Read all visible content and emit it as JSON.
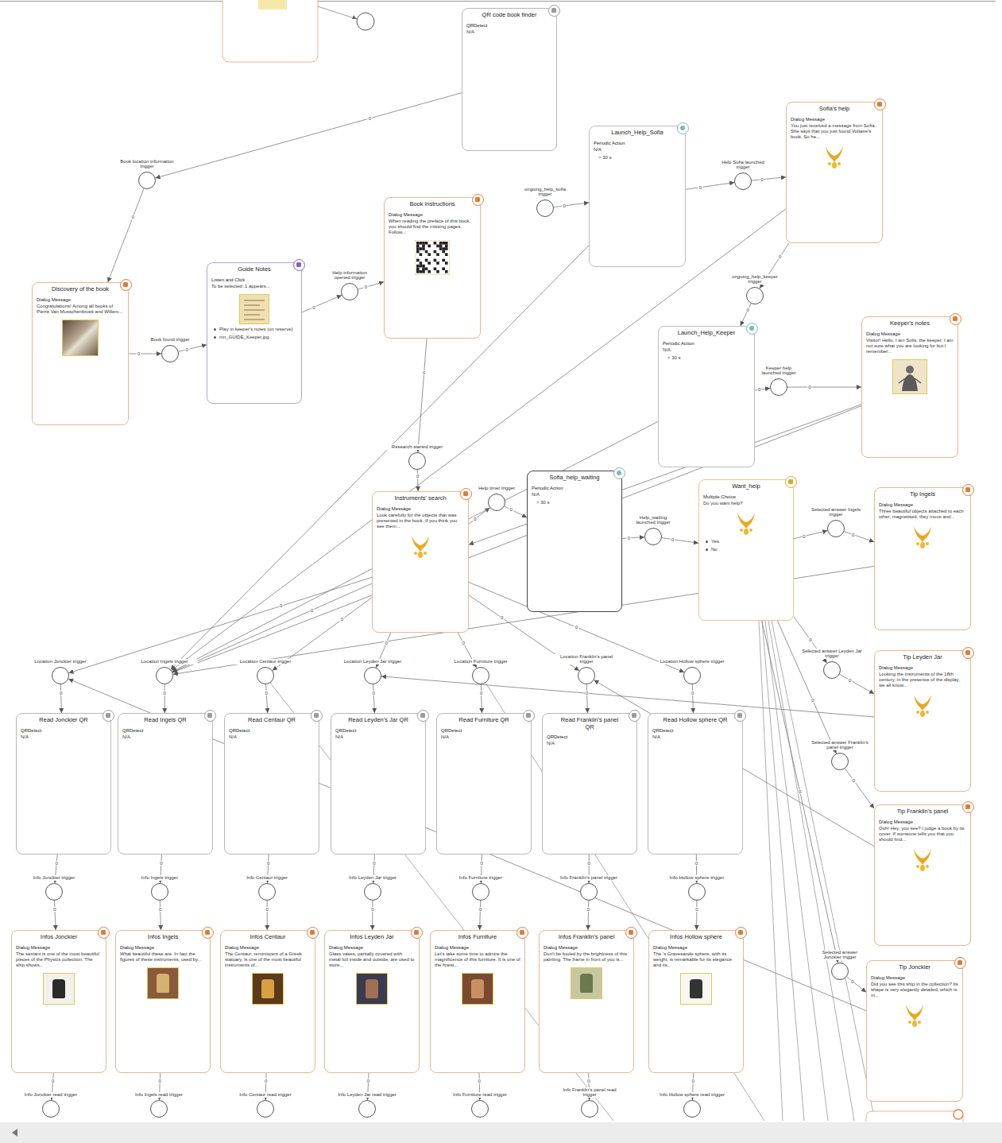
{
  "diagram": {
    "nodes": [
      {
        "text": [
          "QR code book finder",
          "QRDetect",
          "N/A"
        ]
      },
      {
        "text": [
          "Launch_Help_Sofia",
          "Periodic Action",
          "N/A",
          "> 30 s"
        ]
      },
      {
        "text": [
          "Sofia's help",
          "Dialog Message",
          "You just received a message from Sofia. She says that you just found Voltaire's book. So he..."
        ]
      },
      {
        "text": [
          "Book location information trigger"
        ]
      },
      {
        "text": [
          "ongoing_help_sofia trigger"
        ]
      },
      {
        "text": [
          "Help Sofia launched trigger"
        ]
      },
      {
        "text": [
          "Book instructions",
          "Dialog Message",
          "When reading the preface of this book, you should find the missing pages. Follow..."
        ]
      },
      {
        "text": [
          "Guide Notes",
          "Listen and Click",
          "To be selected: 1 appears...",
          "Play in keeper's notes (on reserve)",
          "mn_GUIDE_Keeper.jpg"
        ]
      },
      {
        "text": [
          "Help information opened trigger"
        ]
      },
      {
        "text": [
          "Discovery of the book",
          "Dialog Message",
          "Congratulations! Among all books of Pierre Van Musschenbroek and Willem..."
        ]
      },
      {
        "text": [
          "Book found trigger"
        ]
      },
      {
        "text": [
          "ongoing_help_keeper trigger"
        ]
      },
      {
        "text": [
          "Launch_Help_Keeper",
          "Periodic Action",
          "N/A",
          "> 30 s"
        ]
      },
      {
        "text": [
          "Keeper's notes",
          "Dialog Message",
          "Visitor! Hello, I am Solis, the keeper. I am not sure what you are looking for but I remember..."
        ]
      },
      {
        "text": [
          "Keeper help launched trigger"
        ]
      },
      {
        "text": [
          "Research started trigger"
        ]
      },
      {
        "text": [
          "Instruments' search",
          "Dialog Message",
          "Look carefully for the objects that was presented in the book. If you think you see them..."
        ]
      },
      {
        "text": [
          "Help timer trigger"
        ]
      },
      {
        "text": [
          "Sofia_help_waiting",
          "Periodic Action",
          "N/A",
          "> 30 s"
        ]
      },
      {
        "text": [
          "Help_waiting launched trigger"
        ]
      },
      {
        "text": [
          "Want_help",
          "Multiple Choice",
          "Do you want help?",
          "Yes",
          "No"
        ]
      },
      {
        "text": [
          "Selected answer Ingels trigger"
        ]
      },
      {
        "text": [
          "Tip Ingels",
          "Dialog Message",
          "Three beautiful objects attached to each other, magnetised, they move and..."
        ]
      },
      {
        "text": [
          "Location Jonckier trigger"
        ]
      },
      {
        "text": [
          "Location Ingels trigger"
        ]
      },
      {
        "text": [
          "Location Centaur trigger"
        ]
      },
      {
        "text": [
          "Location Leyden Jar trigger"
        ]
      },
      {
        "text": [
          "Location Furniture trigger"
        ]
      },
      {
        "text": [
          "Location Franklin's panel trigger"
        ]
      },
      {
        "text": [
          "Location Hollow sphere trigger"
        ]
      },
      {
        "text": [
          "Selected answer Leyden Jar trigger"
        ]
      },
      {
        "text": [
          "Tip Leyden Jar",
          "Dialog Message",
          "Looking the instruments of the 18th century, in the presence of the display, we all know..."
        ]
      },
      {
        "text": [
          "Read Jonckier QR",
          "QRDetect",
          "N/A"
        ]
      },
      {
        "text": [
          "Read Ingels QR",
          "QRDetect",
          "N/A"
        ]
      },
      {
        "text": [
          "Read Centaur QR",
          "QRDetect",
          "N/A"
        ]
      },
      {
        "text": [
          "Read Leyden's Jar QR",
          "QRDetect",
          "N/A"
        ]
      },
      {
        "text": [
          "Read Furniture QR",
          "QRDetect",
          "N/A"
        ]
      },
      {
        "text": [
          "Read Franklin's panel QR",
          "QRDetect",
          "N/A"
        ]
      },
      {
        "text": [
          "Read Hollow sphere QR",
          "QRDetect",
          "N/A"
        ]
      },
      {
        "text": [
          "Selected answer Franklin's panel trigger"
        ]
      },
      {
        "text": [
          "Tip Franklin's panel",
          "Dialog Message",
          "Ooh! Hey, you see? I judge a book by its cover. If someone tells you that you should find..."
        ]
      },
      {
        "text": [
          "Info Jonckier trigger"
        ]
      },
      {
        "text": [
          "Info Ingels trigger"
        ]
      },
      {
        "text": [
          "Info Centaur trigger"
        ]
      },
      {
        "text": [
          "Info Leyden Jar trigger"
        ]
      },
      {
        "text": [
          "Info Furniture trigger"
        ]
      },
      {
        "text": [
          "Info Franklin's panel trigger"
        ]
      },
      {
        "text": [
          "Info Hollow sphere trigger"
        ]
      },
      {
        "text": [
          "Infos Jonckier",
          "Dialog Message",
          "The sextant is one of the most beautiful pieces of the Physics collection. The ship shows..."
        ]
      },
      {
        "text": [
          "Infos Ingels",
          "Dialog Message",
          "What beautiful these are. In fact the figures of these instruments, used by..."
        ]
      },
      {
        "text": [
          "Infos Centaur",
          "Dialog Message",
          "The Centaur, reminiscent of a Greek statuary, is one of the most beautiful instruments of..."
        ]
      },
      {
        "text": [
          "Infos Leyden Jar",
          "Dialog Message",
          "Glass vases, partially covered with metal foil inside and outside, are used to store..."
        ]
      },
      {
        "text": [
          "Infos Furniture",
          "Dialog Message",
          "Let's take some time to admire the magnificence of this furniture. It is one of the finest..."
        ]
      },
      {
        "text": [
          "Infos Franklin's panel",
          "Dialog Message",
          "Don't be fooled by the brightness of this painting. The frame in front of you is..."
        ]
      },
      {
        "text": [
          "Infos Hollow sphere",
          "Dialog Message",
          "The 's Gravesande sphere, with its weight, is remarkable for its elegance and its..."
        ]
      },
      {
        "text": [
          "Selected answer Jonckier trigger"
        ]
      },
      {
        "text": [
          "Tip Jonckier",
          "Dialog Message",
          "Did you see this ship in the collection? Its shape is very elegantly detailed, which is m..."
        ]
      },
      {
        "text": [
          "Info Jonckier read trigger"
        ]
      },
      {
        "text": [
          "Info Ingels read trigger"
        ]
      },
      {
        "text": [
          "Info Centaur read trigger"
        ]
      },
      {
        "text": [
          "Info Leyden Jar read trigger"
        ]
      },
      {
        "text": [
          "Info Furniture read trigger"
        ]
      },
      {
        "text": [
          "Info Franklin's panel read trigger"
        ]
      },
      {
        "text": [
          "Info Hollow sphere read trigger"
        ]
      }
    ],
    "edges": [
      {
        "from": 0,
        "to": 3,
        "arrow": "to",
        "label": "0"
      },
      {
        "from": 3,
        "to": 9,
        "arrow": "to",
        "label": "0"
      },
      {
        "from": 9,
        "to": 10,
        "arrow": "to",
        "label": "0"
      },
      {
        "from": 10,
        "to": 7,
        "arrow": "to",
        "label": "0"
      },
      {
        "from": 7,
        "to": 8,
        "arrow": "to",
        "label": "0"
      },
      {
        "from": 8,
        "to": 6,
        "arrow": "to",
        "label": "0"
      },
      {
        "from": 4,
        "to": 1,
        "arrow": "to",
        "label": "0"
      },
      {
        "from": 1,
        "to": 5,
        "arrow": "to",
        "label": "0"
      },
      {
        "from": 5,
        "to": 2,
        "arrow": "to",
        "label": "0"
      },
      {
        "from": 2,
        "to": 11,
        "arrow": "to",
        "label": "0"
      },
      {
        "from": 11,
        "to": 12,
        "arrow": "to",
        "label": "0"
      },
      {
        "from": 12,
        "to": 14,
        "arrow": "to",
        "label": "0"
      },
      {
        "from": 14,
        "to": 13,
        "arrow": "to",
        "label": "0"
      },
      {
        "from": 6,
        "to": 15,
        "arrow": "to",
        "label": "0"
      },
      {
        "from": 15,
        "to": 16,
        "arrow": "to",
        "label": "0"
      },
      {
        "from": 16,
        "to": 17,
        "arrow": "to",
        "label": "0"
      },
      {
        "from": 17,
        "to": 18,
        "arrow": "to",
        "label": "0"
      },
      {
        "from": 18,
        "to": 19,
        "arrow": "to",
        "label": "0"
      },
      {
        "from": 19,
        "to": 20,
        "arrow": "to",
        "label": "0"
      },
      {
        "from": 20,
        "to": 21,
        "arrow": "to",
        "label": "0"
      },
      {
        "from": 21,
        "to": 22,
        "arrow": "to",
        "label": "0"
      },
      {
        "from": 20,
        "to": 30,
        "arrow": "to",
        "label": "0"
      },
      {
        "from": 30,
        "to": 31,
        "arrow": "to",
        "label": "0"
      },
      {
        "from": 20,
        "to": 39,
        "arrow": "to",
        "label": "0"
      },
      {
        "from": 39,
        "to": 40,
        "arrow": "to",
        "label": "0"
      },
      {
        "from": 20,
        "to": 55,
        "arrow": "to",
        "label": "0"
      },
      {
        "from": 55,
        "to": 56,
        "arrow": "to",
        "label": "0"
      },
      {
        "from": 16,
        "to": 23,
        "arrow": "to",
        "label": "0"
      },
      {
        "from": 16,
        "to": 24,
        "arrow": "to",
        "label": "0"
      },
      {
        "from": 16,
        "to": 25,
        "arrow": "to",
        "label": "0"
      },
      {
        "from": 16,
        "to": 26,
        "arrow": "to",
        "label": "0"
      },
      {
        "from": 16,
        "to": 27,
        "arrow": "to",
        "label": "0"
      },
      {
        "from": 16,
        "to": 28,
        "arrow": "to",
        "label": "0"
      },
      {
        "from": 16,
        "to": 29,
        "arrow": "to",
        "label": "0"
      },
      {
        "from": 23,
        "to": 32,
        "arrow": "to",
        "label": "0"
      },
      {
        "from": 24,
        "to": 33,
        "arrow": "to",
        "label": "0"
      },
      {
        "from": 25,
        "to": 34,
        "arrow": "to",
        "label": "0"
      },
      {
        "from": 26,
        "to": 35,
        "arrow": "to",
        "label": "0"
      },
      {
        "from": 27,
        "to": 36,
        "arrow": "to",
        "label": "0"
      },
      {
        "from": 28,
        "to": 37,
        "arrow": "to",
        "label": "0"
      },
      {
        "from": 29,
        "to": 38,
        "arrow": "to",
        "label": "0"
      },
      {
        "from": 32,
        "to": 41,
        "arrow": "to",
        "label": "0"
      },
      {
        "from": 33,
        "to": 42,
        "arrow": "to",
        "label": "0"
      },
      {
        "from": 34,
        "to": 43,
        "arrow": "to",
        "label": "0"
      },
      {
        "from": 35,
        "to": 44,
        "arrow": "to",
        "label": "0"
      },
      {
        "from": 36,
        "to": 45,
        "arrow": "to",
        "label": "0"
      },
      {
        "from": 37,
        "to": 46,
        "arrow": "to",
        "label": "0"
      },
      {
        "from": 38,
        "to": 47,
        "arrow": "to",
        "label": "0"
      },
      {
        "from": 41,
        "to": 48,
        "arrow": "to",
        "label": "0"
      },
      {
        "from": 42,
        "to": 49,
        "arrow": "to",
        "label": "0"
      },
      {
        "from": 43,
        "to": 50,
        "arrow": "to",
        "label": "0"
      },
      {
        "from": 44,
        "to": 51,
        "arrow": "to",
        "label": "0"
      },
      {
        "from": 45,
        "to": 52,
        "arrow": "to",
        "label": "0"
      },
      {
        "from": 46,
        "to": 53,
        "arrow": "to",
        "label": "0"
      },
      {
        "from": 47,
        "to": 54,
        "arrow": "to",
        "label": "0"
      },
      {
        "from": 48,
        "to": 57,
        "arrow": "to",
        "label": "0"
      },
      {
        "from": 49,
        "to": 58,
        "arrow": "to",
        "label": "0"
      },
      {
        "from": 50,
        "to": 59,
        "arrow": "to",
        "label": "0"
      },
      {
        "from": 51,
        "to": 60,
        "arrow": "to",
        "label": "0"
      },
      {
        "from": 52,
        "to": 61,
        "arrow": "to",
        "label": "0"
      },
      {
        "from": 53,
        "to": 62,
        "arrow": "to",
        "label": "0"
      },
      {
        "from": 54,
        "to": 63,
        "arrow": "to",
        "label": "0"
      },
      {
        "from": 1,
        "to": 24,
        "arrow": "to"
      },
      {
        "from": 2,
        "to": 24,
        "arrow": "to"
      },
      {
        "from": 12,
        "to": 24,
        "arrow": "to"
      },
      {
        "from": 13,
        "to": 24,
        "arrow": "to"
      },
      {
        "from": 22,
        "to": 24,
        "arrow": "to"
      },
      {
        "from": 31,
        "to": 26,
        "arrow": "to"
      },
      {
        "from": 40,
        "to": 28,
        "arrow": "to"
      },
      {
        "from": 56,
        "to": 23,
        "arrow": "to"
      },
      {
        "from": 13,
        "to": 16,
        "arrow": "to"
      }
    ]
  }
}
